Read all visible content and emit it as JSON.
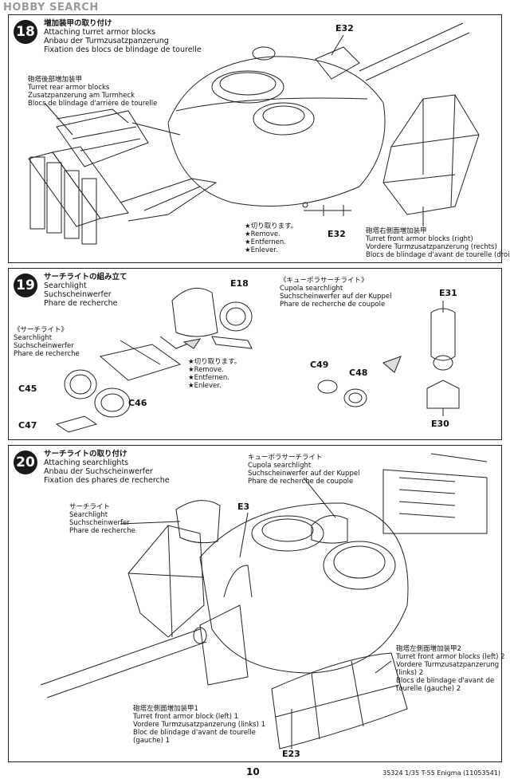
{
  "watermark": "HOBBY SEARCH",
  "page_number": "10",
  "footer_code": "35324  1/35 T-55 Enigma (11053541)",
  "steps": [
    {
      "number": "18",
      "title": {
        "jp": "増加装甲の取り付け",
        "en": "Attaching turret armor blocks",
        "de": "Anbau der Turmzusatzpanzerung",
        "fr": "Fixation des blocs de blindage de tourelle"
      },
      "labels": {
        "rear_jp": "砲塔後部増加装甲",
        "rear_en": "Turret rear armor blocks",
        "rear_de": "Zusatzpanzerung am Turmheck",
        "rear_fr": "Blocs de blindage d'arrière de tourelle",
        "part_e32_top": "E32",
        "part_e32_bottom": "E32",
        "cut_jp": "★切り取ります。",
        "cut_en": "★Remove.",
        "cut_de": "★Entfernen.",
        "cut_fr": "★Enlever.",
        "front_right_jp": "砲塔右側面増加装甲",
        "front_right_en": "Turret front armor blocks (right)",
        "front_right_de": "Vordere Turmzusatzpanzerung (rechts)",
        "front_right_fr": "Blocs de blindage d'avant de tourelle (droit)"
      }
    },
    {
      "number": "19",
      "title": {
        "jp": "サーチライトの組み立て",
        "en": "Searchlight",
        "de": "Suchscheinwerfer",
        "fr": "Phare de recherche"
      },
      "labels": {
        "sub_jp": "《サーチライト》",
        "sub_en": "Searchlight",
        "sub_de": "Suchscheinwerfer",
        "sub_fr": "Phare de recherche",
        "part_e18": "E18",
        "part_c45": "C45",
        "part_c46": "C46",
        "part_c47": "C47",
        "cut_jp": "★切り取ります。",
        "cut_en": "★Remove.",
        "cut_de": "★Entfernen.",
        "cut_fr": "★Enlever.",
        "cupola_jp": "《キューポラサーチライト》",
        "cupola_en": "Cupola searchlight",
        "cupola_de": "Suchscheinwerfer auf der Kuppel",
        "cupola_fr": "Phare de recherche de coupole",
        "part_e31": "E31",
        "part_c49": "C49",
        "part_c48": "C48",
        "part_e30": "E30"
      }
    },
    {
      "number": "20",
      "title": {
        "jp": "サーチライトの取り付け",
        "en": "Attaching searchlights",
        "de": "Anbau der Suchscheinwerfer",
        "fr": "Fixation des phares de recherche"
      },
      "labels": {
        "cupola_jp": "キューポラサーチライト",
        "cupola_en": "Cupola searchlight",
        "cupola_de": "Suchscheinwerfer auf der Kuppel",
        "cupola_fr": "Phare de recherche de coupole",
        "search_jp": "サーチライト",
        "search_en": "Searchlight",
        "search_de": "Suchscheinwerfer",
        "search_fr": "Phare de recherche",
        "part_e3": "E3",
        "part_e23": "E23",
        "left1_jp": "砲塔左側面増加装甲1",
        "left1_en": "Turret front armor block (left) 1",
        "left1_de": "Vordere Turmzusatzpanzerung (links) 1",
        "left1_fr": "Bloc de blindage d'avant de tourelle",
        "left1_fr2": "(gauche) 1",
        "left2_jp": "砲塔左側面増加装甲2",
        "left2_en": "Turret front armor blocks (left) 2",
        "left2_de": "Vordere  Turmzusatzpanzerung",
        "left2_de2": "(links) 2",
        "left2_fr": "Blocs de blindage d'avant de",
        "left2_fr2": "tourelle (gauche) 2"
      }
    }
  ]
}
